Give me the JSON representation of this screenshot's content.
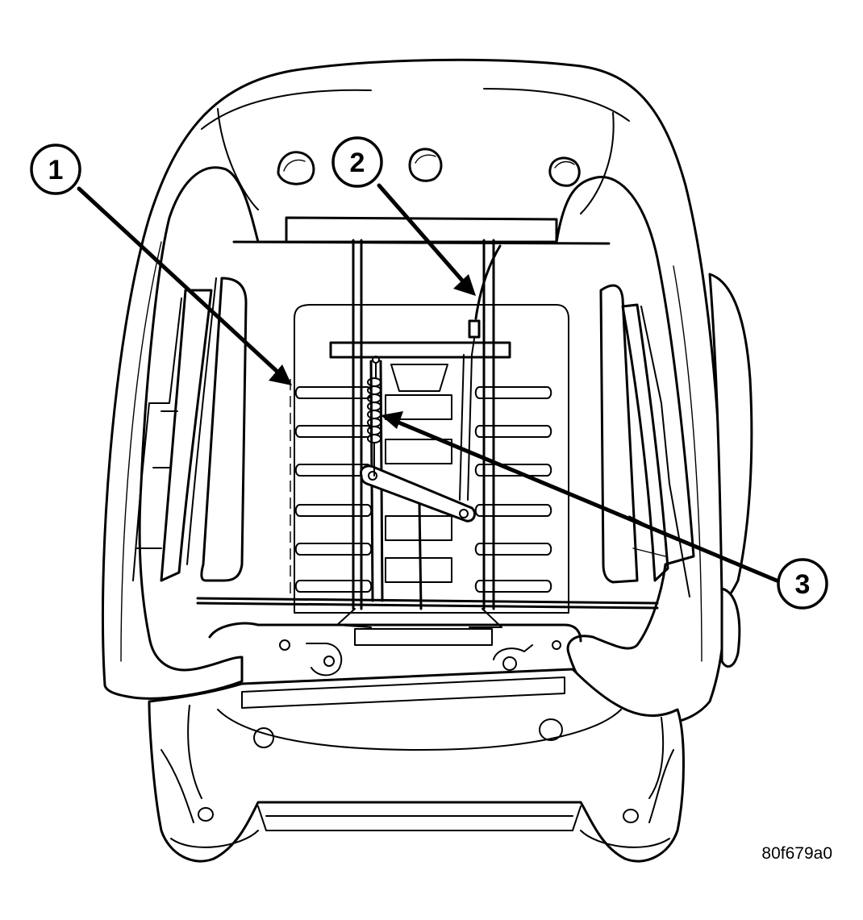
{
  "callouts": [
    {
      "label": "1"
    },
    {
      "label": "2"
    },
    {
      "label": "3"
    }
  ],
  "figure_id": "80f679a0"
}
